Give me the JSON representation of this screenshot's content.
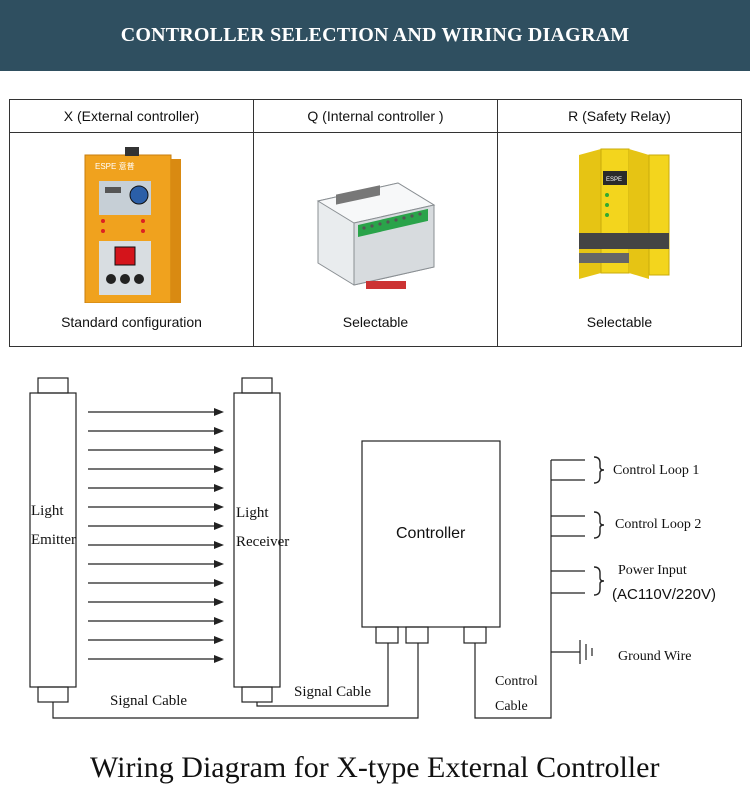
{
  "header": {
    "title": "CONTROLLER SELECTION AND WIRING DIAGRAM"
  },
  "options": [
    {
      "name": "X (External controller)",
      "caption": "Standard configuration"
    },
    {
      "name": "Q (Internal controller )",
      "caption": "Selectable"
    },
    {
      "name": "R (Safety Relay)",
      "caption": "Selectable"
    }
  ],
  "devices": {
    "x_brand": "ESPE 意普",
    "r_brand": "ESPE"
  },
  "diagram": {
    "emitter_label_1": "Light",
    "emitter_label_2": "Emitter",
    "receiver_label_1": "Light",
    "receiver_label_2": "Receiver",
    "controller_label": "Controller",
    "signal_cable_1": "Signal Cable",
    "signal_cable_2": "Signal Cable",
    "control_cable_1": "Control",
    "control_cable_2": "Cable",
    "control_loop_1": "Control Loop 1",
    "control_loop_2": "Control Loop 2",
    "power_input": "Power Input",
    "power_spec": "(AC110V/220V)",
    "ground_wire": "Ground Wire",
    "caption": "Wiring Diagram for X-type External Controller"
  },
  "colors": {
    "header_bg": "#2f4f60",
    "x_body": "#f5a623",
    "r_body": "#f2d21b"
  }
}
